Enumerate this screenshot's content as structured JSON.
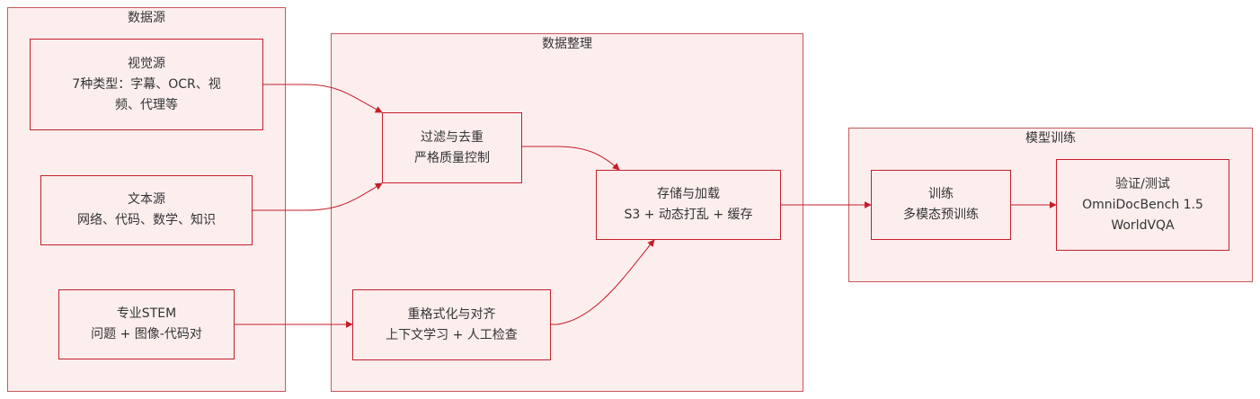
{
  "groups": {
    "sources": "数据源",
    "curation": "数据整理",
    "training": "模型训练"
  },
  "nodes": {
    "visual": [
      "视觉源",
      "7种类型：字幕、OCR、视",
      "频、代理等"
    ],
    "text": [
      "文本源",
      "网络、代码、数学、知识"
    ],
    "stem": [
      "专业STEM",
      "问题 + 图像-代码对"
    ],
    "filter": [
      "过滤与去重",
      "严格质量控制"
    ],
    "reformat": [
      "重格式化与对齐",
      "上下文学习 + 人工检查"
    ],
    "storage": [
      "存储与加载",
      "S3 + 动态打乱 + 缓存"
    ],
    "train": [
      "训练",
      "多模态预训练"
    ],
    "eval": [
      "验证/测试",
      "OmniDocBench 1.5",
      "WorldVQA"
    ]
  },
  "colors": {
    "fill": "#fdeeee",
    "node_border": "#c41e2a",
    "group_border": "#c8575c",
    "edge": "#c41e2a",
    "text": "#333333"
  }
}
